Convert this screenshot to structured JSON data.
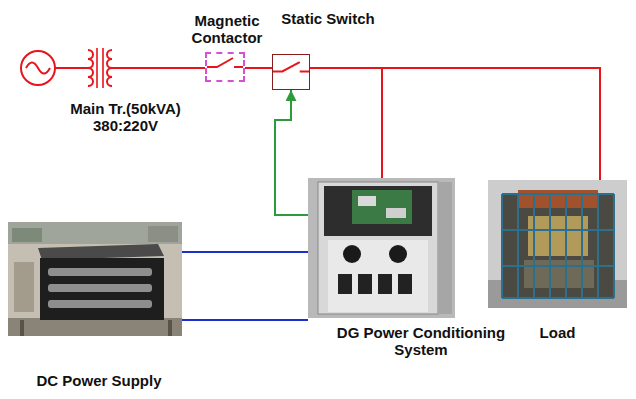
{
  "diagram": {
    "nodes": [
      {
        "text": [
          "Main Tr.(50kVA) 380:220V"
        ]
      },
      {
        "text": [
          "Magnetic Contactor"
        ]
      },
      {
        "text": [
          "Static Switch"
        ]
      },
      {
        "text": [
          "DC Power Supply"
        ]
      },
      {
        "text": [
          "DG Power Conditioning System"
        ]
      },
      {
        "text": [
          "Load"
        ]
      }
    ],
    "edges": [
      {
        "from": 0,
        "to": 1,
        "arrow": "none"
      },
      {
        "from": 1,
        "to": 2,
        "arrow": "none"
      },
      {
        "from": 2,
        "to": 5,
        "arrow": "none"
      },
      {
        "from": 2,
        "to": 4,
        "arrow": "none"
      },
      {
        "from": 4,
        "to": 2,
        "arrow": "to"
      },
      {
        "from": 3,
        "to": 4,
        "arrow": "none"
      },
      {
        "from": 3,
        "to": 4,
        "arrow": "none"
      }
    ]
  }
}
